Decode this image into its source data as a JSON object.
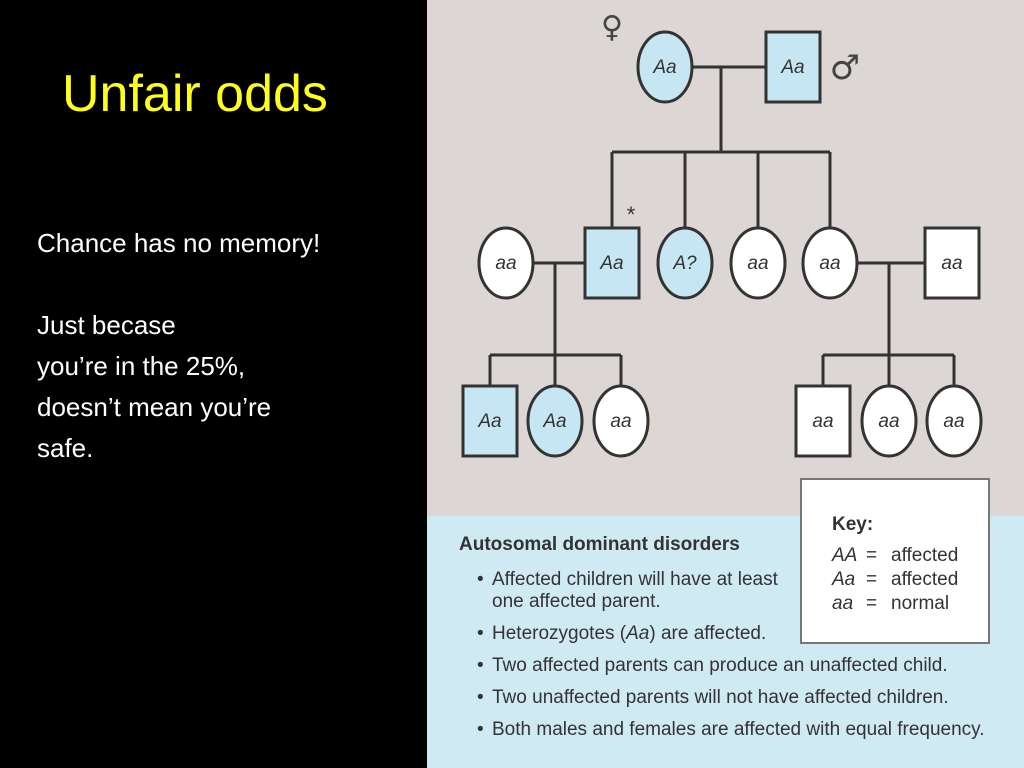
{
  "slide": {
    "title": "Unfair odds",
    "text_line_1": "Chance has no memory!",
    "text_line_2": "Just becase",
    "text_line_3": "you’re in the 25%,",
    "text_line_4": "doesn’t mean you’re",
    "text_line_5": "safe."
  },
  "pedigree": {
    "female_symbol": "♀",
    "male_symbol": "♂",
    "asterisk": "*",
    "gen1": [
      {
        "shape": "circle",
        "label": "Aa",
        "affected": true
      },
      {
        "shape": "square",
        "label": "Aa",
        "affected": true
      }
    ],
    "gen2": [
      {
        "shape": "circle",
        "label": "aa",
        "affected": false
      },
      {
        "shape": "square",
        "label": "Aa",
        "affected": true
      },
      {
        "shape": "circle",
        "label": "A?",
        "affected": true
      },
      {
        "shape": "circle",
        "label": "aa",
        "affected": false
      },
      {
        "shape": "circle",
        "label": "aa",
        "affected": false
      },
      {
        "shape": "square",
        "label": "aa",
        "affected": false
      }
    ],
    "gen3": [
      {
        "shape": "square",
        "label": "Aa",
        "affected": true
      },
      {
        "shape": "circle",
        "label": "Aa",
        "affected": true
      },
      {
        "shape": "circle",
        "label": "aa",
        "affected": false
      },
      {
        "shape": "square",
        "label": "aa",
        "affected": false
      },
      {
        "shape": "circle",
        "label": "aa",
        "affected": false
      },
      {
        "shape": "circle",
        "label": "aa",
        "affected": false
      }
    ]
  },
  "key": {
    "title": "Key:",
    "rows": [
      {
        "genotype": "AA",
        "eq": "=",
        "meaning": "affected"
      },
      {
        "genotype": "Aa",
        "eq": "=",
        "meaning": "affected"
      },
      {
        "genotype": "aa",
        "eq": "=",
        "meaning": "normal"
      }
    ]
  },
  "notes": {
    "heading": "Autosomal dominant disorders",
    "bullet_1_line_1": "Affected children will have at least",
    "bullet_1_line_2": "one affected parent.",
    "bullet_2_prefix": "Heterozygotes (",
    "bullet_2_italic": "Aa",
    "bullet_2_suffix": ") are affected.",
    "bullet_3": "Two affected parents can produce an unaffected child.",
    "bullet_4": "Two unaffected parents will not have affected children.",
    "bullet_5": "Both males and females are affected with equal frequency."
  },
  "colors": {
    "affected_fill": "#c6e6f3",
    "unaffected_fill": "#ffffff",
    "title": "#ffff1a",
    "panel_bg": "#dcd6d5",
    "notes_bg": "#d0eaf4"
  }
}
